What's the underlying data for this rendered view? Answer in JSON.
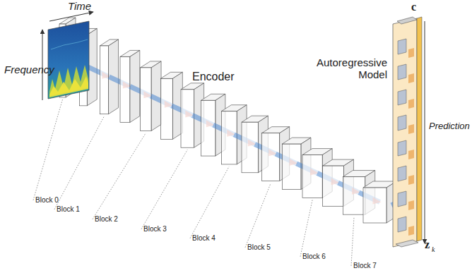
{
  "diagram": {
    "labels": [
      "Time",
      "Frequency",
      "Encoder",
      "Block 0",
      "Block 1",
      "Block 2",
      "Block 3",
      "Block 4",
      "Block 5",
      "Block 6",
      "Block 7",
      "Autoregressive Model",
      "Prediction",
      "c",
      "z",
      "k"
    ]
  }
}
